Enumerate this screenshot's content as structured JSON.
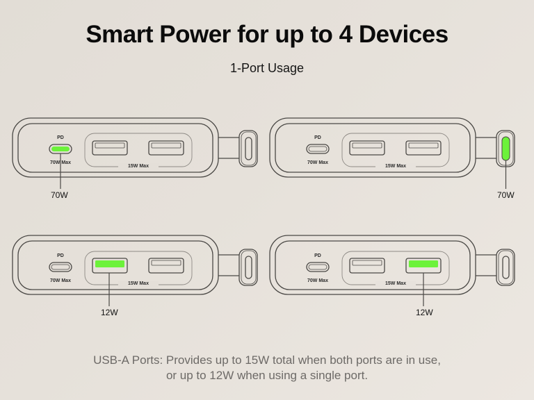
{
  "header": {
    "title": "Smart Power for up to 4 Devices",
    "subtitle": "1-Port Usage"
  },
  "colors": {
    "background": "#e5e0d9",
    "outline": "#4a4845",
    "active_port": "#6cf23a",
    "footnote": "#6d6a67"
  },
  "devices": [
    {
      "pd_label": "PD",
      "usbc_label": "70W Max",
      "usba_label": "15W Max",
      "active_port": "usb-c",
      "callout": "70W"
    },
    {
      "pd_label": "PD",
      "usbc_label": "70W Max",
      "usba_label": "15W Max",
      "active_port": "cable-tab",
      "callout": "70W"
    },
    {
      "pd_label": "PD",
      "usbc_label": "70W Max",
      "usba_label": "15W Max",
      "active_port": "usb-a-1",
      "callout": "12W"
    },
    {
      "pd_label": "PD",
      "usbc_label": "70W Max",
      "usba_label": "15W Max",
      "active_port": "usb-a-2",
      "callout": "12W"
    }
  ],
  "footnote": {
    "line1": "USB-A Ports: Provides up to 15W total when both ports are in use,",
    "line2": "or up to 12W when using a single port."
  }
}
